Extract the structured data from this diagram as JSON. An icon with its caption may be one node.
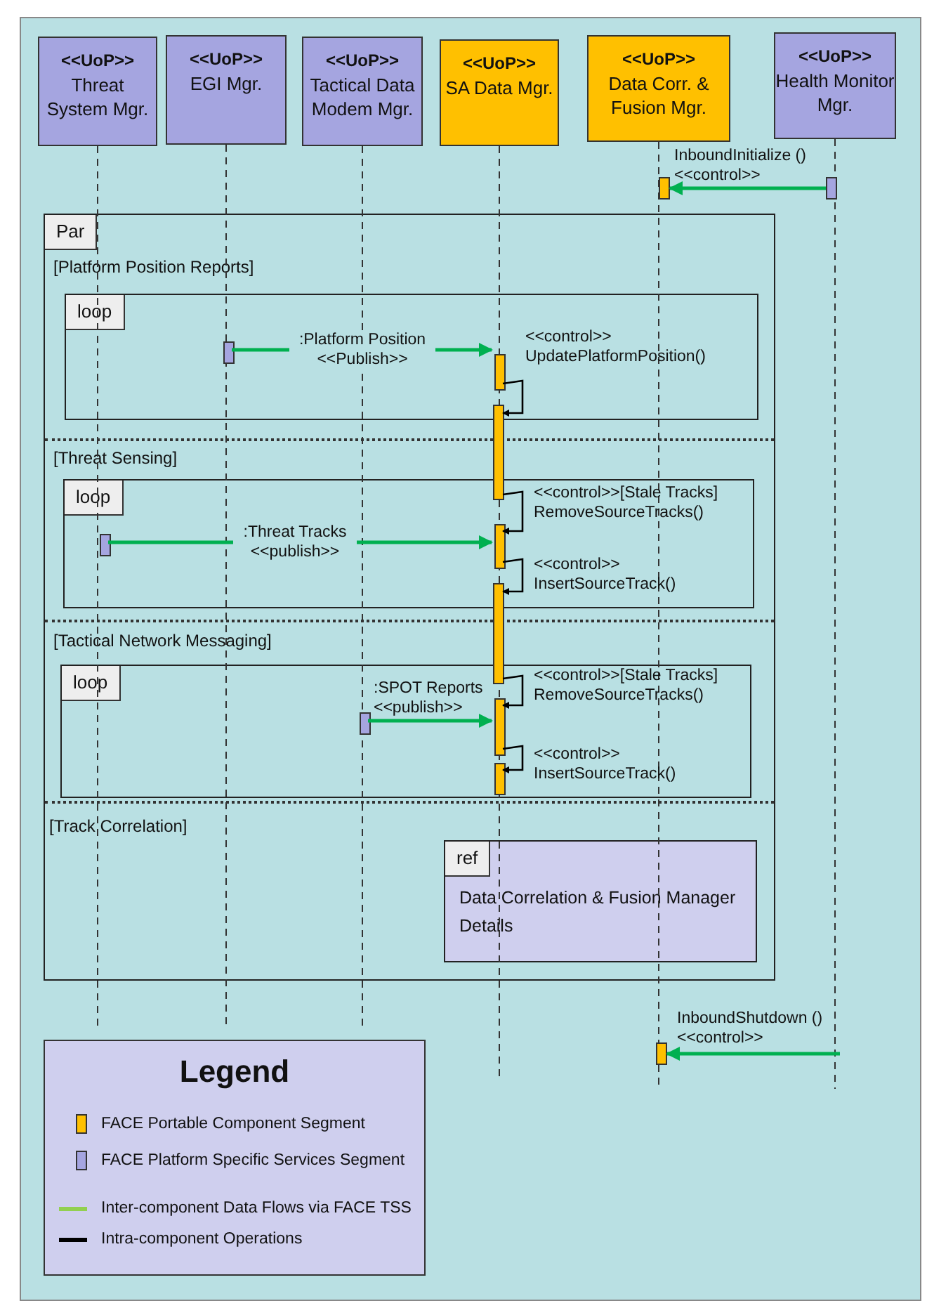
{
  "diagram": {
    "nodes": [
      {
        "text": [
          "<<UoP>>",
          "Threat System Mgr."
        ]
      },
      {
        "text": [
          "<<UoP>>",
          "EGI Mgr."
        ]
      },
      {
        "text": [
          "<<UoP>>",
          "Tactical Data Modem Mgr."
        ]
      },
      {
        "text": [
          "<<UoP>>",
          "SA Data Mgr."
        ]
      },
      {
        "text": [
          "<<UoP>>",
          "Data Corr. & Fusion Mgr."
        ]
      },
      {
        "text": [
          "<<UoP>>",
          "Health Monitor Mgr."
        ]
      },
      {
        "text": [],
        "shape": "bar"
      },
      {
        "text": [],
        "shape": "bar"
      },
      {
        "text": [
          "Par",
          "[Platform Position Reports]",
          "[Threat Sensing]",
          "[Tactical Network Messaging]",
          "[Track Correlation]"
        ]
      },
      {
        "text": [
          "loop"
        ],
        "in": 8
      },
      {
        "text": [],
        "shape": "bar",
        "in": 9
      },
      {
        "text": [],
        "shape": "bar",
        "in": 9
      },
      {
        "text": [],
        "shape": "bar",
        "in": 8
      },
      {
        "text": [
          "loop"
        ],
        "in": 8
      },
      {
        "text": [],
        "shape": "bar",
        "in": 13
      },
      {
        "text": [],
        "shape": "bar",
        "in": 13
      },
      {
        "text": [],
        "shape": "bar",
        "in": 8
      },
      {
        "text": [
          "loop"
        ],
        "in": 8
      },
      {
        "text": [],
        "shape": "bar",
        "in": 17
      },
      {
        "text": [],
        "shape": "bar",
        "in": 17
      },
      {
        "text": [],
        "shape": "bar",
        "in": 17
      },
      {
        "text": [
          "ref",
          "Data Correlation & Fusion Manager Details"
        ],
        "in": 8
      },
      {
        "text": [],
        "shape": "bar"
      }
    ],
    "edges": [
      {
        "from": 7,
        "to": 6,
        "arrow": "to",
        "label": "InboundInitialize () <<control>>",
        "color": "#00b050"
      },
      {
        "from": 10,
        "to": 11,
        "arrow": "to",
        "label": ":Platform Position <<Publish>>",
        "color": "#00b050"
      },
      {
        "from": 11,
        "to": 12,
        "arrow": "to",
        "label": "<<control>> UpdatePlatformPosition()",
        "color": "#000000"
      },
      {
        "from": 12,
        "to": 15,
        "arrow": "to",
        "label": "<<control>>[Stale Tracks] RemoveSourceTracks()",
        "color": "#000000"
      },
      {
        "from": 14,
        "to": 15,
        "arrow": "to",
        "label": ":Threat Tracks <<publish>>",
        "color": "#00b050"
      },
      {
        "from": 15,
        "to": 16,
        "arrow": "to",
        "label": "<<control>> InsertSourceTrack()",
        "color": "#000000"
      },
      {
        "from": 16,
        "to": 19,
        "arrow": "to",
        "label": "<<control>>[Stale Tracks] RemoveSourceTracks()",
        "color": "#000000"
      },
      {
        "from": 18,
        "to": 19,
        "arrow": "to",
        "label": ":SPOT Reports <<publish>>",
        "color": "#00b050"
      },
      {
        "from": 19,
        "to": 20,
        "arrow": "to",
        "label": "<<control>> InsertSourceTrack()",
        "color": "#000000"
      },
      {
        "from": null,
        "to": 22,
        "arrow": "to",
        "label": "InboundShutdown () <<control>>",
        "color": "#00b050"
      }
    ],
    "labels": [
      "Legend"
    ],
    "legend": [
      {
        "text": "FACE Portable Component Segment",
        "color": "#ffc000"
      },
      {
        "text": "FACE Platform Specific Services Segment",
        "color": "#a5a5e0"
      },
      {
        "text": "Inter-component Data Flows via FACE TSS"
      },
      {
        "text": "Intra-component Operations"
      }
    ]
  }
}
